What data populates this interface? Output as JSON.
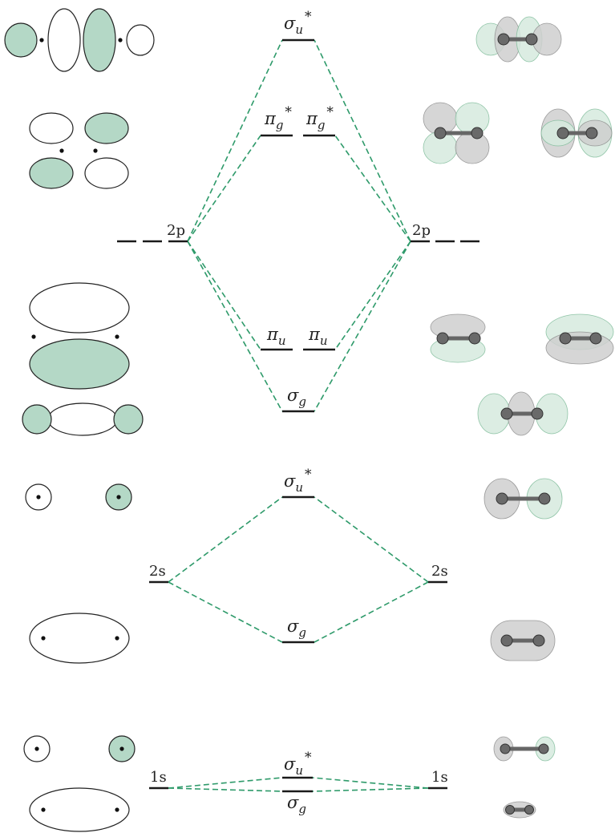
{
  "labels": {
    "sigma_u_star_2p": {
      "greek": "σ",
      "sub": "u",
      "sup": "*"
    },
    "pi_g_star_a": {
      "greek": "π",
      "sub": "g",
      "sup": "*"
    },
    "pi_g_star_b": {
      "greek": "π",
      "sub": "g",
      "sup": "*"
    },
    "pi_u_a": {
      "greek": "π",
      "sub": "u"
    },
    "pi_u_b": {
      "greek": "π",
      "sub": "u"
    },
    "sigma_g_2p": {
      "greek": "σ",
      "sub": "g"
    },
    "sigma_u_star_2s": {
      "greek": "σ",
      "sub": "u",
      "sup": "*"
    },
    "sigma_g_2s": {
      "greek": "σ",
      "sub": "g"
    },
    "sigma_u_star_1s": {
      "greek": "σ",
      "sub": "u",
      "sup": "*"
    },
    "sigma_g_1s": {
      "greek": "σ",
      "sub": "g"
    }
  },
  "atomic_orbitals": {
    "left_2p": "2p",
    "right_2p": "2p",
    "left_2s": "2s",
    "right_2s": "2s",
    "left_1s": "1s",
    "right_1s": "1s"
  },
  "colors": {
    "connector": "#2e9a6a",
    "orbital_phase_fill": "#b4d8c6",
    "level_line": "#1a1a1a"
  }
}
